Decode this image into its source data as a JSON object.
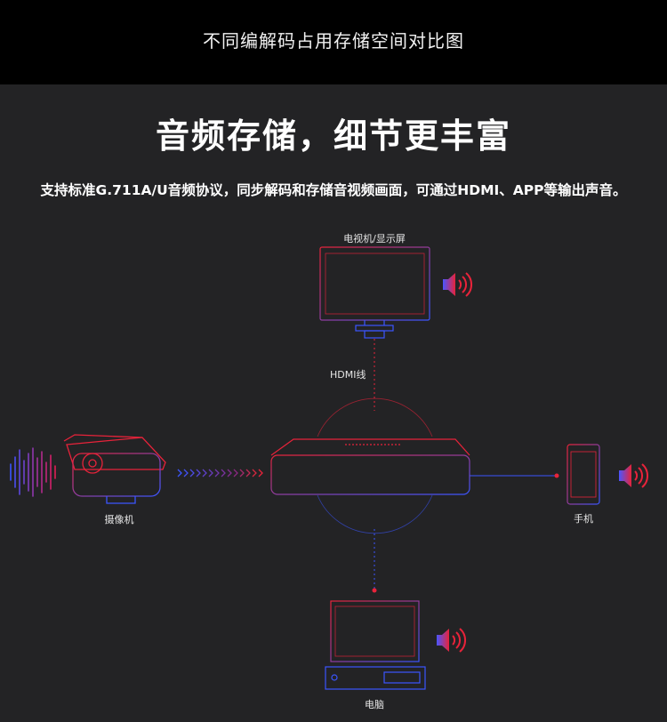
{
  "header": {
    "title": "不同编解码占用存储空间对比图"
  },
  "main": {
    "headline": "音频存储，细节更丰富",
    "subline": "支持标准G.711A/U音频协议，同步解码和存储音视频画面，可通过HDMI、APP等输出声音。"
  },
  "diagram": {
    "tv_label": "电视机/显示屏",
    "cable_label": "HDMI线",
    "camera_label": "摄像机",
    "phone_label": "手机",
    "pc_label": "电脑"
  },
  "colors": {
    "red": "#e8233a",
    "blue": "#3b55ff",
    "background": "#232325"
  },
  "icons": [
    "speaker-icon",
    "sound-wave-icon",
    "camera-icon",
    "nvr-icon",
    "monitor-icon",
    "phone-icon",
    "computer-icon"
  ]
}
